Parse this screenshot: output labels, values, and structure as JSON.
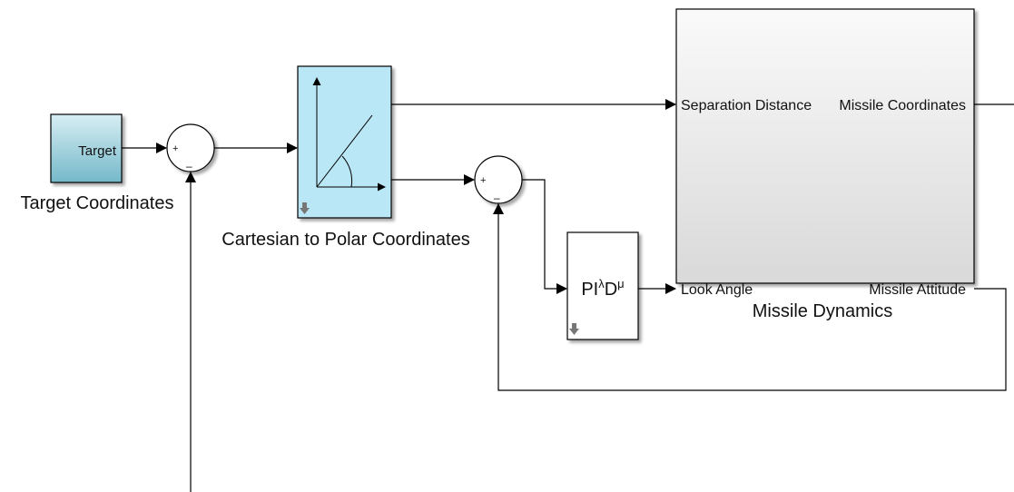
{
  "blocks": {
    "target": {
      "port_label": "Target",
      "caption": "Target Coordinates"
    },
    "cart2polar": {
      "caption": "Cartesian to Polar Coordinates"
    },
    "controller": {
      "main": "PI",
      "lambda": "λ",
      "d": "D",
      "mu": "μ"
    },
    "missile": {
      "caption": "Missile Dynamics",
      "in_separation": "Separation Distance",
      "in_look": "Look Angle",
      "out_coords": "Missile Coordinates",
      "out_attitude": "Missile Attitude"
    }
  },
  "sum1": {
    "plus": "+",
    "minus": "–"
  },
  "sum2": {
    "plus": "+",
    "minus": "–"
  },
  "colors": {
    "target_fill_top": "#d7eef3",
    "target_fill_bottom": "#74b8c9",
    "cart_fill": "#b9e7f5",
    "missile_fill_top": "#fafafa",
    "missile_fill_bottom": "#d9d9d9",
    "line": "#000000"
  }
}
